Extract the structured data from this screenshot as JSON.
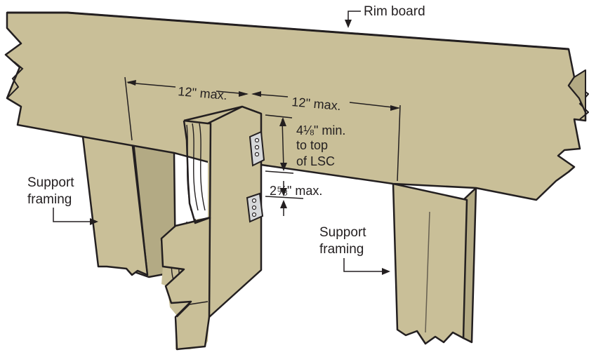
{
  "diagram": {
    "labels": {
      "rim_board": "Rim board",
      "support_framing_left": [
        "Support",
        "framing"
      ],
      "support_framing_right": [
        "Support",
        "framing"
      ]
    },
    "dimensions": {
      "left_spacing": "12\" max.",
      "right_spacing": "12\" max.",
      "top_clearance": [
        "4⅛\" min.",
        "to top",
        "of LSC"
      ],
      "bottom_gap": "2⅝\" max."
    },
    "colors": {
      "wood": "#c9bf98",
      "wood_dark": "#b3aa84",
      "outline": "#231f20",
      "metal": "#d6d8da"
    }
  }
}
